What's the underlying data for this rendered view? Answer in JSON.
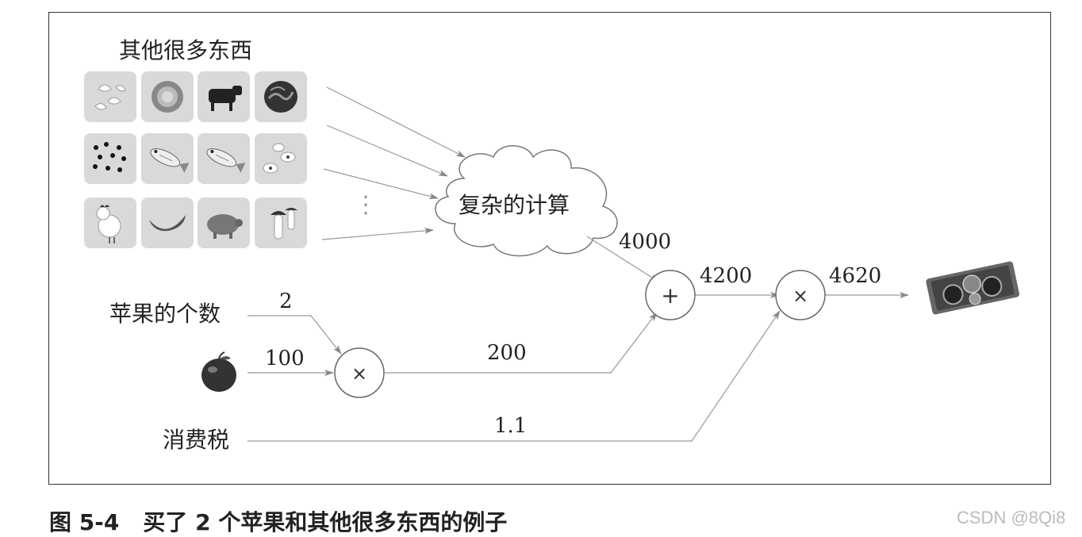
{
  "labels": {
    "other_things": "其他很多东西",
    "complex_calc": "复杂的计算",
    "apple_count": "苹果的个数",
    "tax": "消费税",
    "ellipsis": "⋮"
  },
  "values": {
    "cloud_out": "4000",
    "add_out": "4200",
    "mul_out": "4620",
    "apple_count": "2",
    "apple_price": "100",
    "apple_total": "200",
    "tax_rate": "1.1"
  },
  "operators": {
    "add": "+",
    "mul": "×"
  },
  "items": [
    "cashew-icon",
    "donut-icon",
    "cow-icon",
    "walnut-icon",
    "beans-icon",
    "fish-icon",
    "fish-icon",
    "peanuts-icon",
    "chicken-icon",
    "banana-icon",
    "pig-icon",
    "mushroom-icon"
  ],
  "caption": {
    "figure_no": "图 5-4",
    "text": "买了 2 个苹果和其他很多东西的例子"
  },
  "watermark": "CSDN @8Qi8"
}
